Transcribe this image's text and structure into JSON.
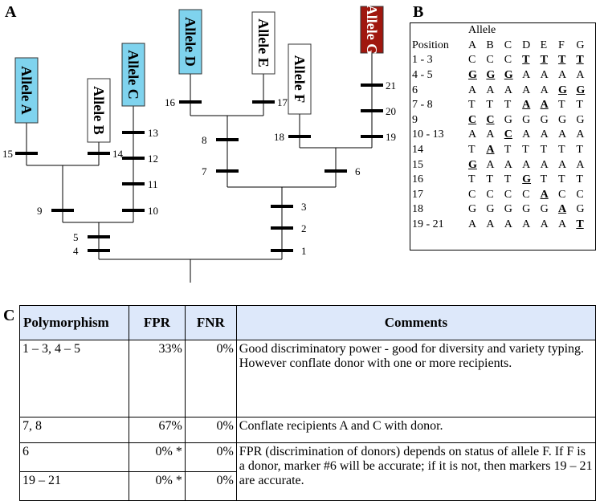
{
  "panels": {
    "a": "A",
    "b": "B",
    "c": "C"
  },
  "tree": {
    "alleles": [
      {
        "label": "Allele A",
        "fill": "#7fd3ee",
        "text_color": "#000000"
      },
      {
        "label": "Allele B",
        "fill": "#ffffff",
        "text_color": "#000000"
      },
      {
        "label": "Allele C",
        "fill": "#7fd3ee",
        "text_color": "#000000"
      },
      {
        "label": "Allele D",
        "fill": "#7fd3ee",
        "text_color": "#000000"
      },
      {
        "label": "Allele E",
        "fill": "#ffffff",
        "text_color": "#000000"
      },
      {
        "label": "Allele F",
        "fill": "#ffffff",
        "text_color": "#000000"
      },
      {
        "label": "Allele G",
        "fill": "#a0170f",
        "text_color": "#ffffff"
      }
    ],
    "markers": [
      "1",
      "2",
      "3",
      "4",
      "5",
      "6",
      "7",
      "8",
      "9",
      "10",
      "11",
      "12",
      "13",
      "14",
      "15",
      "16",
      "17",
      "18",
      "19",
      "20",
      "21"
    ]
  },
  "alleleTable": {
    "header_allele": "Allele",
    "header_position": "Position",
    "columns": [
      "A",
      "B",
      "C",
      "D",
      "E",
      "F",
      "G"
    ],
    "rows": [
      {
        "pos": "1 - 3",
        "cells": [
          [
            "C",
            0
          ],
          [
            "C",
            0
          ],
          [
            "C",
            0
          ],
          [
            "T",
            1
          ],
          [
            "T",
            1
          ],
          [
            "T",
            1
          ],
          [
            "T",
            1
          ]
        ]
      },
      {
        "pos": "4 - 5",
        "cells": [
          [
            "G",
            1
          ],
          [
            "G",
            1
          ],
          [
            "G",
            1
          ],
          [
            "A",
            0
          ],
          [
            "A",
            0
          ],
          [
            "A",
            0
          ],
          [
            "A",
            0
          ]
        ]
      },
      {
        "pos": "6",
        "cells": [
          [
            "A",
            0
          ],
          [
            "A",
            0
          ],
          [
            "A",
            0
          ],
          [
            "A",
            0
          ],
          [
            "A",
            0
          ],
          [
            "G",
            1
          ],
          [
            "G",
            1
          ]
        ]
      },
      {
        "pos": "7 - 8",
        "cells": [
          [
            "T",
            0
          ],
          [
            "T",
            0
          ],
          [
            "T",
            0
          ],
          [
            "A",
            1
          ],
          [
            "A",
            1
          ],
          [
            "T",
            0
          ],
          [
            "T",
            0
          ]
        ]
      },
      {
        "pos": "9",
        "cells": [
          [
            "C",
            1
          ],
          [
            "C",
            1
          ],
          [
            "G",
            0
          ],
          [
            "G",
            0
          ],
          [
            "G",
            0
          ],
          [
            "G",
            0
          ],
          [
            "G",
            0
          ]
        ]
      },
      {
        "pos": "10 - 13",
        "cells": [
          [
            "A",
            0
          ],
          [
            "A",
            0
          ],
          [
            "C",
            1
          ],
          [
            "A",
            0
          ],
          [
            "A",
            0
          ],
          [
            "A",
            0
          ],
          [
            "A",
            0
          ]
        ]
      },
      {
        "pos": "14",
        "cells": [
          [
            "T",
            0
          ],
          [
            "A",
            1
          ],
          [
            "T",
            0
          ],
          [
            "T",
            0
          ],
          [
            "T",
            0
          ],
          [
            "T",
            0
          ],
          [
            "T",
            0
          ]
        ]
      },
      {
        "pos": "15",
        "cells": [
          [
            "G",
            1
          ],
          [
            "A",
            0
          ],
          [
            "A",
            0
          ],
          [
            "A",
            0
          ],
          [
            "A",
            0
          ],
          [
            "A",
            0
          ],
          [
            "A",
            0
          ]
        ]
      },
      {
        "pos": "16",
        "cells": [
          [
            "T",
            0
          ],
          [
            "T",
            0
          ],
          [
            "T",
            0
          ],
          [
            "G",
            1
          ],
          [
            "T",
            0
          ],
          [
            "T",
            0
          ],
          [
            "T",
            0
          ]
        ]
      },
      {
        "pos": "17",
        "cells": [
          [
            "C",
            0
          ],
          [
            "C",
            0
          ],
          [
            "C",
            0
          ],
          [
            "C",
            0
          ],
          [
            "A",
            1
          ],
          [
            "C",
            0
          ],
          [
            "C",
            0
          ]
        ]
      },
      {
        "pos": "18",
        "cells": [
          [
            "G",
            0
          ],
          [
            "G",
            0
          ],
          [
            "G",
            0
          ],
          [
            "G",
            0
          ],
          [
            "G",
            0
          ],
          [
            "A",
            1
          ],
          [
            "G",
            0
          ]
        ]
      },
      {
        "pos": "19 - 21",
        "cells": [
          [
            "A",
            0
          ],
          [
            "A",
            0
          ],
          [
            "A",
            0
          ],
          [
            "A",
            0
          ],
          [
            "A",
            0
          ],
          [
            "A",
            0
          ],
          [
            "T",
            1
          ]
        ]
      }
    ]
  },
  "polyTable": {
    "headers": {
      "poly": "Polymorphism",
      "fpr": "FPR",
      "fnr": "FNR",
      "comments": "Comments"
    },
    "rows": [
      {
        "poly": "1 – 3, 4 – 5",
        "fpr": "33%",
        "fnr": "0%",
        "comment": "Good discriminatory power - good for diversity and variety typing.  However conflate donor with one or more recipients."
      },
      {
        "poly": "7, 8",
        "fpr": "67%",
        "fnr": "0%",
        "comment": "Conflate recipients A and C with donor."
      },
      {
        "poly": "6",
        "fpr": "0% *",
        "fnr": "0%",
        "comment": "FPR (discrimination of donors) depends on status of allele F.  If F is a donor, marker #6 will be accurate; if it is not, then markers 19 – 21 are accurate."
      },
      {
        "poly": "19 – 21",
        "fpr": "0% *",
        "fnr": "0%"
      }
    ]
  }
}
